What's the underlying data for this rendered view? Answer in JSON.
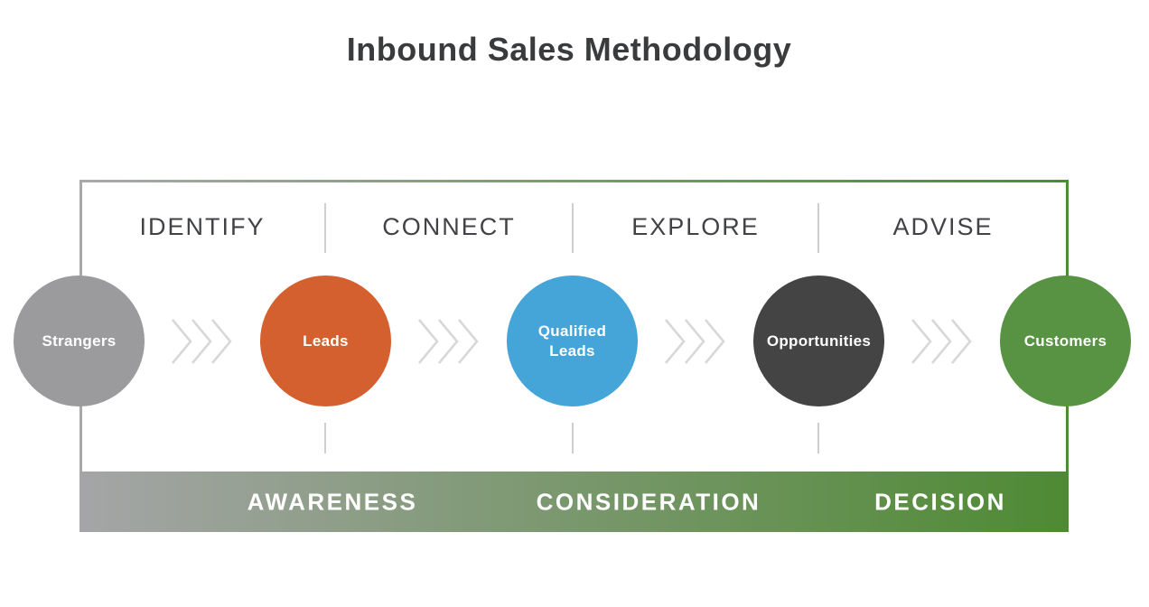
{
  "title": "Inbound Sales Methodology",
  "stages": [
    {
      "label": "IDENTIFY"
    },
    {
      "label": "CONNECT"
    },
    {
      "label": "EXPLORE"
    },
    {
      "label": "ADVISE"
    }
  ],
  "circles": [
    {
      "label": "Strangers",
      "color": "#9b9b9d"
    },
    {
      "label": "Leads",
      "color": "#d5602f"
    },
    {
      "label": "Qualified Leads",
      "color": "#45a5d9"
    },
    {
      "label": "Opportunities",
      "color": "#444444"
    },
    {
      "label": "Customers",
      "color": "#579342"
    }
  ],
  "journey": [
    {
      "label": "AWARENESS"
    },
    {
      "label": "CONSIDERATION"
    },
    {
      "label": "DECISION"
    }
  ],
  "colors": {
    "title_text": "#3a3b3d",
    "stage_text": "#404245",
    "circle_text": "#ffffff",
    "bar_text": "#ffffff",
    "chevron": "#d8d8d8",
    "divider": "#cfcfcf",
    "border_gradient_start": "#a9a9ab",
    "border_gradient_end": "#4c8c33",
    "bar_gradient_start": "#a5a5a7",
    "bar_gradient_end": "#4e8a33"
  }
}
